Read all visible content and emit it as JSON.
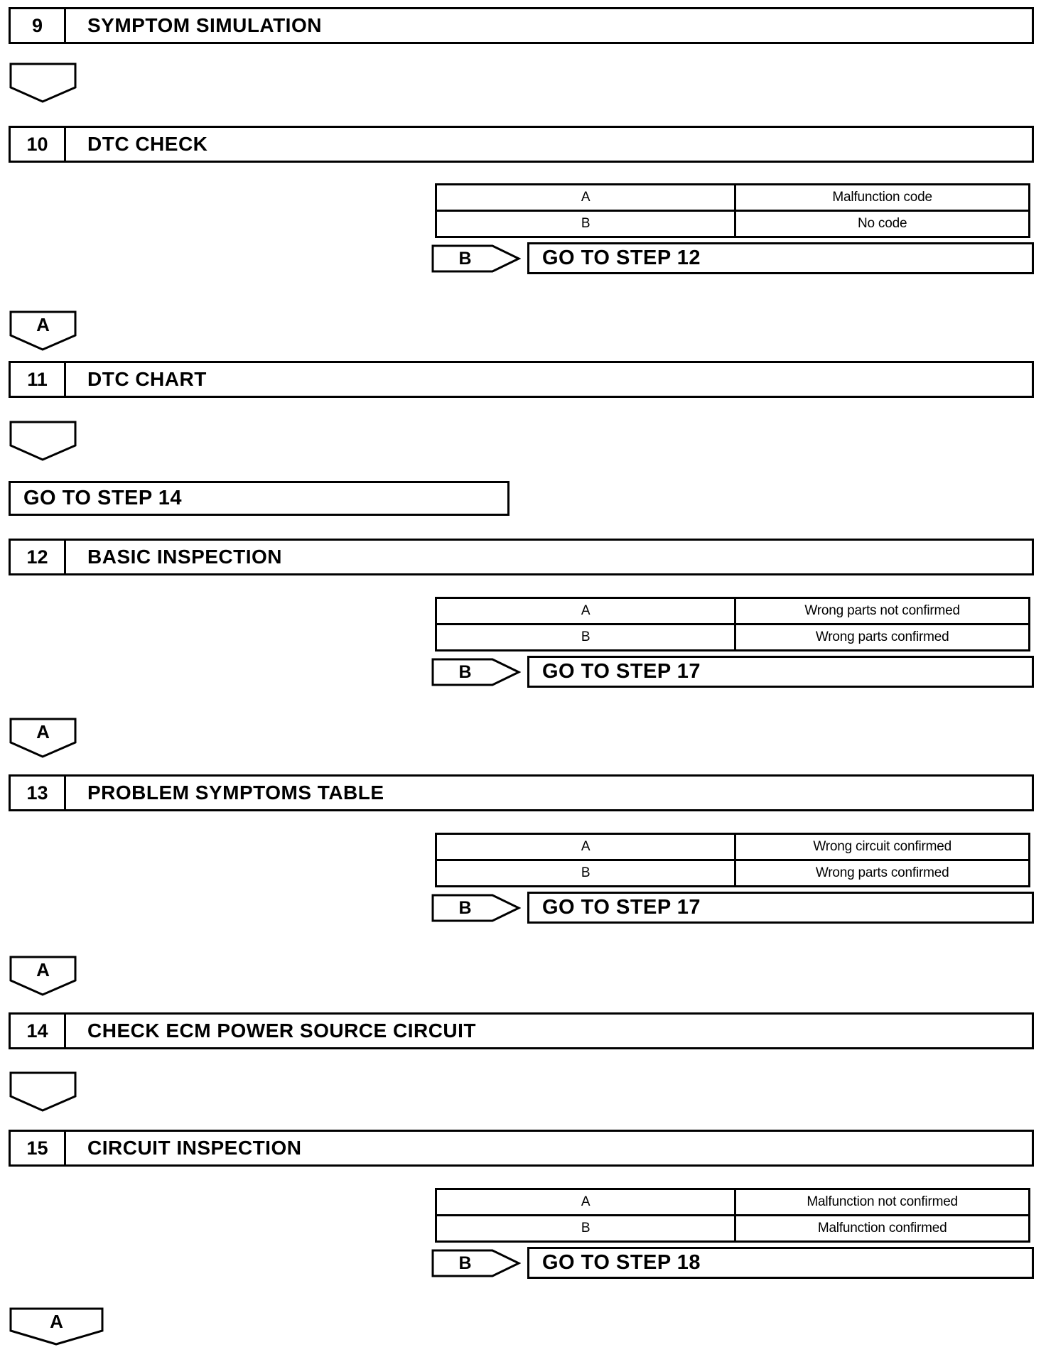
{
  "document": {
    "background": "#ffffff",
    "ink": "#000000"
  },
  "steps": [
    {
      "number": "9",
      "title": "SYMPTOM SIMULATION"
    },
    {
      "number": "10",
      "title": "DTC CHECK"
    },
    {
      "number": "11",
      "title": "DTC CHART"
    },
    {
      "number": "12",
      "title": "BASIC INSPECTION"
    },
    {
      "number": "13",
      "title": "PROBLEM SYMPTOMS TABLE"
    },
    {
      "number": "14",
      "title": "CHECK ECM POWER SOURCE CIRCUIT"
    },
    {
      "number": "15",
      "title": "CIRCUIT INSPECTION"
    }
  ],
  "connectors": {
    "a_label": "A"
  },
  "result_tables": {
    "dtc_check": {
      "rows": [
        {
          "option": "A",
          "result": "Malfunction code"
        },
        {
          "option": "B",
          "result": "No code"
        }
      ]
    },
    "basic_inspection": {
      "rows": [
        {
          "option": "A",
          "result": "Wrong parts not confirmed"
        },
        {
          "option": "B",
          "result": "Wrong parts confirmed"
        }
      ]
    },
    "problem_symptoms": {
      "rows": [
        {
          "option": "A",
          "result": "Wrong circuit confirmed"
        },
        {
          "option": "B",
          "result": "Wrong parts confirmed"
        }
      ]
    },
    "circuit_inspection": {
      "rows": [
        {
          "option": "A",
          "result": "Malfunction not confirmed"
        },
        {
          "option": "B",
          "result": "Malfunction confirmed"
        }
      ]
    }
  },
  "branches": {
    "dtc_check": {
      "letter": "B",
      "action": "GO TO STEP 12"
    },
    "basic_inspection": {
      "letter": "B",
      "action": "GO TO STEP 17"
    },
    "problem_symptoms": {
      "letter": "B",
      "action": "GO TO STEP 17"
    },
    "circuit_inspection": {
      "letter": "B",
      "action": "GO TO STEP 18"
    }
  },
  "goto_boxes": {
    "dtc_chart": "GO TO STEP 14"
  }
}
